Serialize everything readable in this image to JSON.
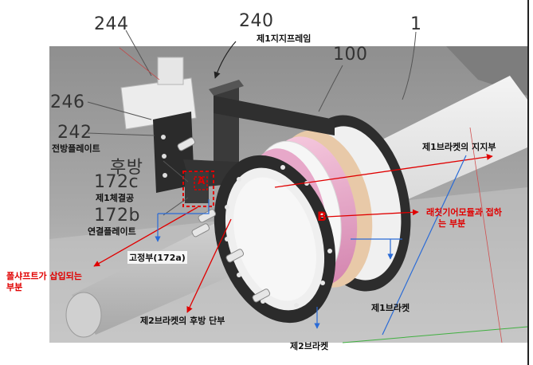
{
  "labels": {
    "n244": "244",
    "n240": "240",
    "n240_name": "제1지지프레임",
    "n1": "1",
    "n100": "100",
    "n246": "246",
    "n242": "242",
    "n242_name": "전방플레이트",
    "rear": "후방",
    "n172c": "172c",
    "n172c_name": "제1체결공",
    "n172b": "172b",
    "n172b_name": "연결플레이트",
    "a_mark": "A",
    "b_mark": "B",
    "fixed_part": "고정부(172a)",
    "first_bracket_support": "제1브라켓의 지지부",
    "ratchet_contact_1": "래칫기어모듈과 접하",
    "ratchet_contact_2": "는 부분",
    "pole_shaft_1": "폴샤프트가 삽입되는",
    "pole_shaft_2": "부분",
    "second_bracket_rear": "제2브라켓의 후방 단부",
    "first_bracket": "제1브라켓",
    "second_bracket": "제2브라켓"
  },
  "colors": {
    "annotation_red": "#e00000",
    "annotation_blue": "#2a6bd6",
    "bracket_dark": "#2d2d2d",
    "ring_pink": "#e6a0c4",
    "ring_tan": "#e8c9a8",
    "tube_light": "#e2e2e2",
    "background_gray": "#9a9a9a"
  }
}
